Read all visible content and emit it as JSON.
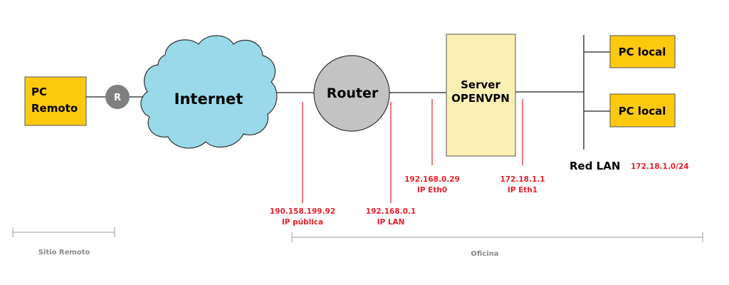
{
  "nodes": {
    "pc_remote": {
      "line1": "PC",
      "line2": "Remoto"
    },
    "remote_router": {
      "label": "R"
    },
    "internet": {
      "label": "Internet"
    },
    "router": {
      "label": "Router"
    },
    "server": {
      "line1": "Server",
      "line2": "OPENVPN"
    },
    "pc_local_1": {
      "label": "PC local"
    },
    "pc_local_2": {
      "label": "PC local"
    },
    "lan": {
      "label": "Red LAN",
      "subnet": "172.18.1.0/24"
    }
  },
  "ip_labels": {
    "public": {
      "ip": "190.158.199.92",
      "desc": "IP pública"
    },
    "lan": {
      "ip": "192.168.0.1",
      "desc": "IP LAN"
    },
    "eth0": {
      "ip": "192.168.0.29",
      "desc": "IP Eth0"
    },
    "eth1": {
      "ip": "172.18.1.1",
      "desc": "IP Eth1"
    }
  },
  "zones": {
    "remote": {
      "label": "Sitio Remoto"
    },
    "office": {
      "label": "Oficina"
    }
  },
  "colors": {
    "box_fill": "#ffc90e",
    "server_fill": "#fcefb4",
    "cloud_fill": "#99d9ea",
    "router_fill": "#c3c3c3",
    "small_router_fill": "#7f7f7f",
    "ip_text": "#e8202a",
    "zone_text": "#8a8a8a"
  }
}
